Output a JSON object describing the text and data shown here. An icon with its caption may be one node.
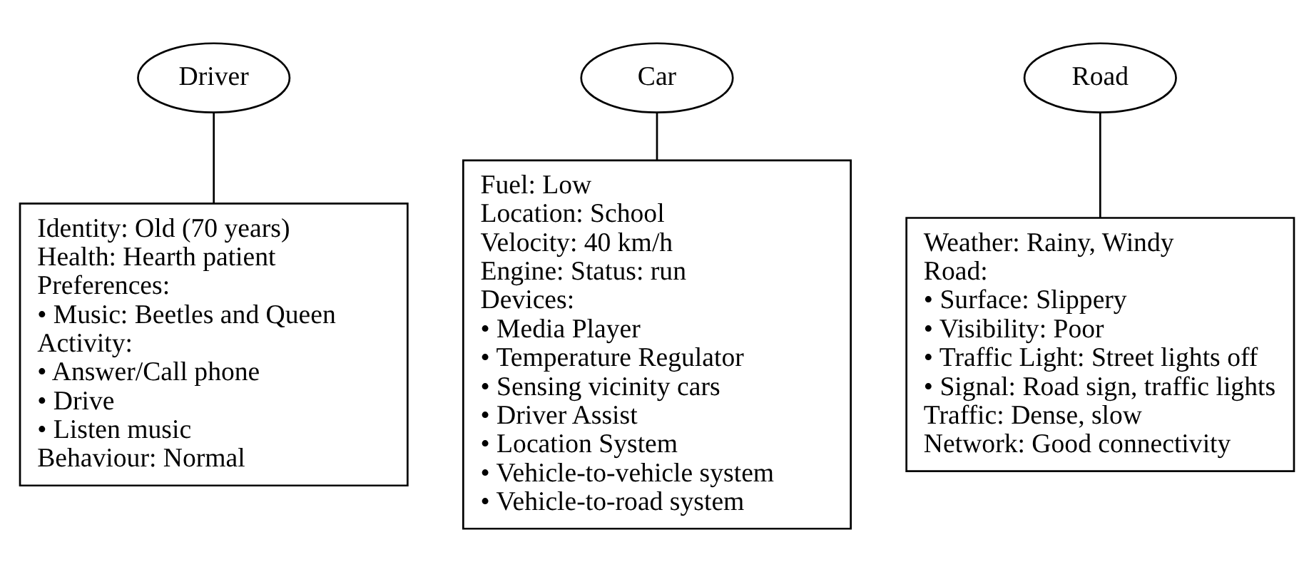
{
  "diagram": {
    "nodes": [
      {
        "text": [
          "Driver"
        ]
      },
      {
        "text": [
          "Car"
        ]
      },
      {
        "text": [
          "Road"
        ]
      },
      {
        "text": [
          "Identity: Old (70 years)",
          "Health: Hearth patient",
          "Preferences:",
          "• Music: Beetles and Queen",
          "Activity:",
          "• Answer/Call phone",
          "• Drive",
          "• Listen music",
          "Behaviour: Normal"
        ]
      },
      {
        "text": [
          "Fuel: Low",
          "Location: School",
          "Velocity: 40 km/h",
          "Engine: Status: run",
          "Devices:",
          "• Media Player",
          "• Temperature Regulator",
          "• Sensing vicinity cars",
          "• Driver Assist",
          "• Location System",
          "• Vehicle-to-vehicle system",
          "• Vehicle-to-road system"
        ]
      },
      {
        "text": [
          "Weather: Rainy, Windy",
          "Road:",
          "• Surface: Slippery",
          "• Visibility: Poor",
          "• Traffic Light: Street lights off",
          "• Signal: Road sign, traffic lights",
          "Traffic: Dense, slow",
          "Network: Good connectivity"
        ]
      }
    ],
    "edges": [
      {
        "from": 0,
        "to": 3,
        "arrow": "none"
      },
      {
        "from": 1,
        "to": 4,
        "arrow": "none"
      },
      {
        "from": 2,
        "to": 5,
        "arrow": "none"
      }
    ]
  }
}
